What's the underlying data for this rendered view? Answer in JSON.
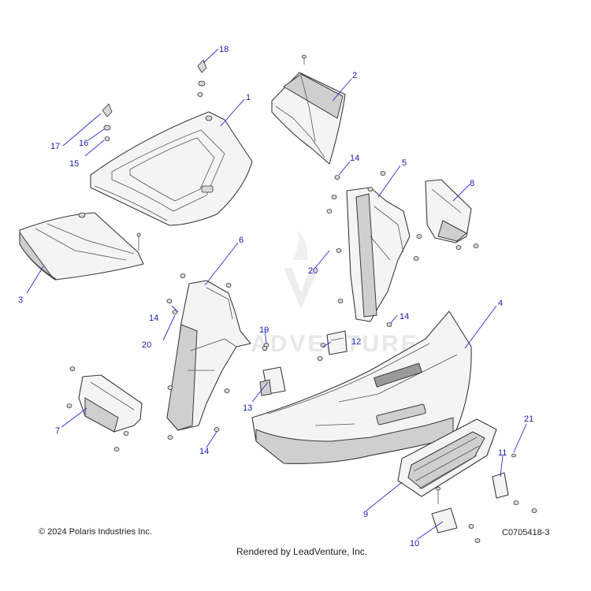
{
  "watermark": "ADVENTURE",
  "footer": {
    "copyright": "© 2024 Polaris Industries Inc.",
    "diagram_code": "C0705418-3",
    "rendered_by": "Rendered by LeadVenture, Inc."
  },
  "callouts": {
    "c1": "1",
    "c2": "2",
    "c3": "3",
    "c4": "4",
    "c5": "5",
    "c6": "6",
    "c7": "7",
    "c8": "8",
    "c9": "9",
    "c10": "10",
    "c11": "11",
    "c12": "12",
    "c13": "13",
    "c14a": "14",
    "c14b": "14",
    "c14c": "14",
    "c14d": "14",
    "c15": "15",
    "c16": "16",
    "c17": "17",
    "c18": "18",
    "c19": "19",
    "c20a": "20",
    "c20b": "20",
    "c21": "21"
  }
}
